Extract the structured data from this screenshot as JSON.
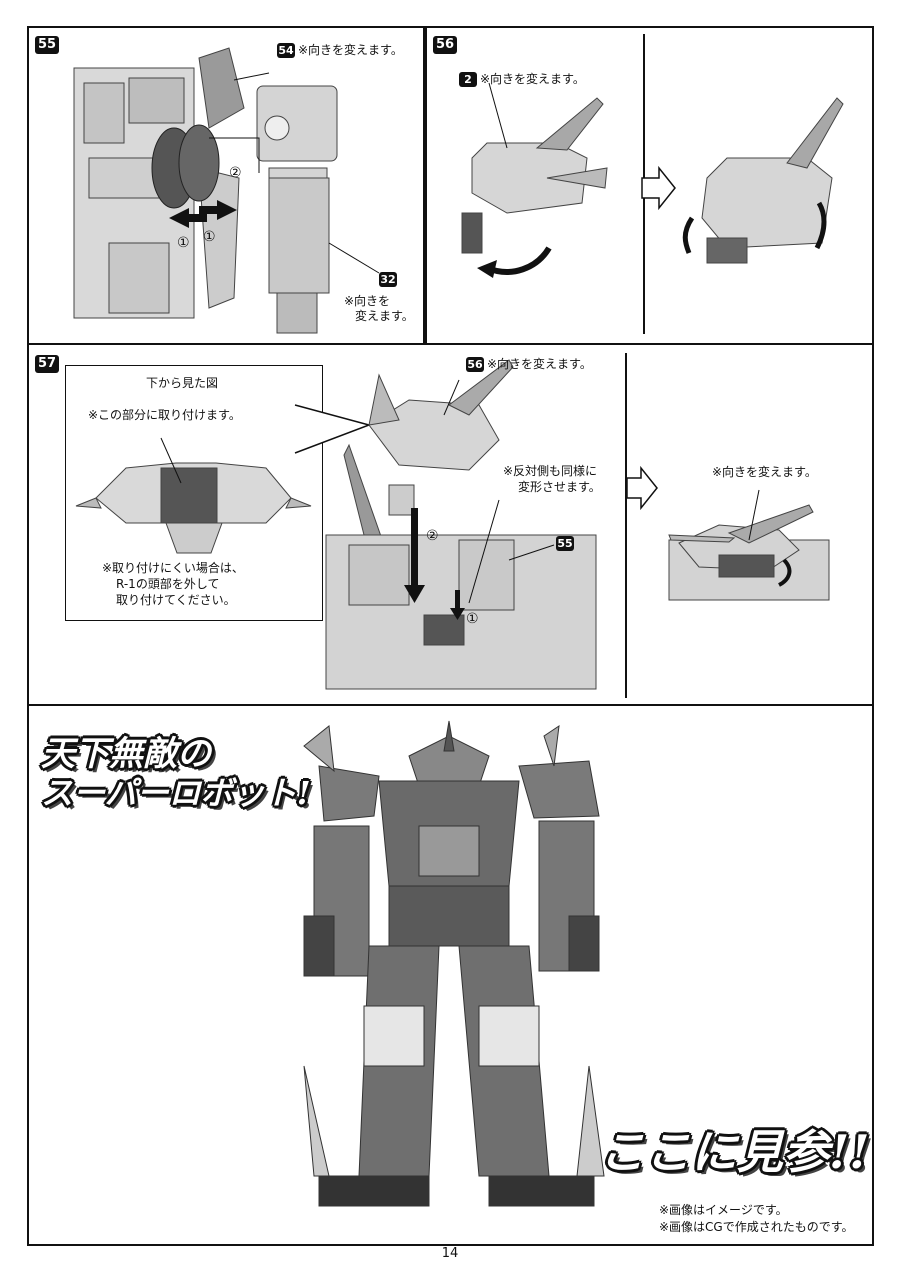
{
  "page_number": "14",
  "steps": {
    "s55": {
      "number": "55",
      "ref_top": {
        "part": "54",
        "note": "※向きを変えます。"
      },
      "ref_bottom": {
        "part": "32",
        "note_line1": "※向きを",
        "note_line2": "変えます。"
      },
      "circles": [
        "②",
        "①",
        "①"
      ]
    },
    "s56": {
      "number": "56",
      "ref": {
        "part": "2",
        "note": "※向きを変えます。"
      }
    },
    "s57": {
      "number": "57",
      "callout": {
        "title": "下から見た図",
        "attach_note": "※この部分に取り付けます。",
        "hint_line1": "※取り付けにくい場合は、",
        "hint_line2": "R-1の頭部を外して",
        "hint_line3": "取り付けてください。"
      },
      "ref_top": {
        "part": "56",
        "note": "※向きを変えます。"
      },
      "opposite_line1": "※反対側も同様に",
      "opposite_line2": "変形させます。",
      "ref_body": {
        "part": "55"
      },
      "circles": [
        "②",
        "①"
      ],
      "result_note": "※向きを変えます。"
    }
  },
  "hero": {
    "tagline_line1": "天下無敵の",
    "tagline_line2": "スーパーロボット!",
    "slogan": "ここに見参!!",
    "disclaimer_line1": "※画像はイメージです。",
    "disclaimer_line2": "※画像はCGで作成されたものです。"
  }
}
